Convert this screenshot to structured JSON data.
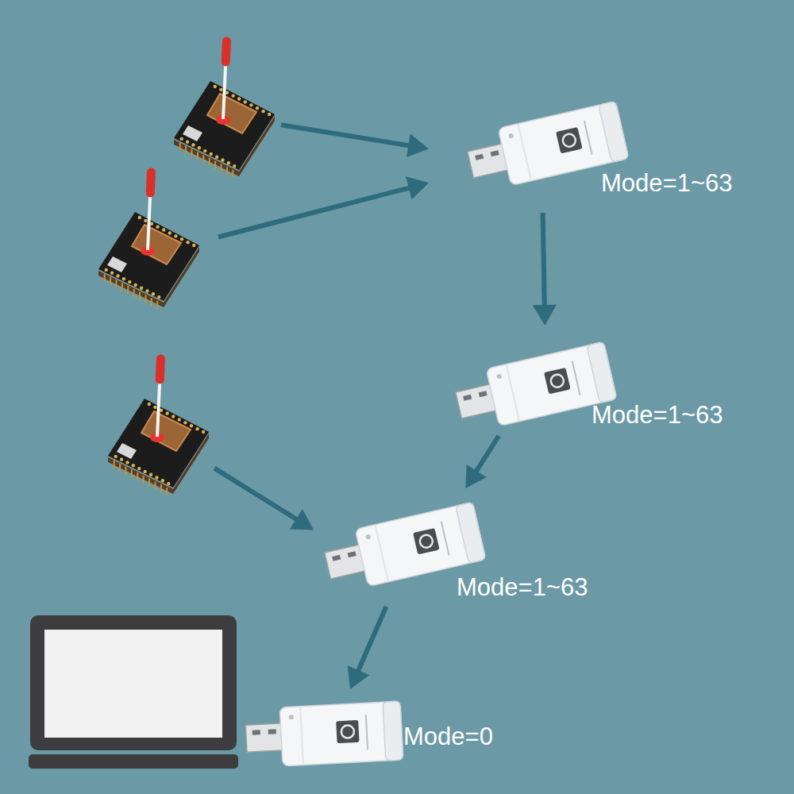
{
  "diagram": {
    "nodes": [
      {
        "text": []
      },
      {
        "text": [
          "Mode=1~63"
        ]
      },
      {
        "text": []
      },
      {
        "text": [
          "Mode=1~63"
        ]
      },
      {
        "text": []
      },
      {
        "text": [
          "Mode=1~63"
        ]
      },
      {
        "text": [
          "Mode=0"
        ]
      }
    ],
    "edges": [
      {
        "from": 0,
        "to": 1,
        "arrow": "to"
      },
      {
        "from": 2,
        "to": 1,
        "arrow": "to"
      },
      {
        "from": 1,
        "to": 3,
        "arrow": "to"
      },
      {
        "from": 3,
        "to": 5,
        "arrow": "to"
      },
      {
        "from": 4,
        "to": 5,
        "arrow": "to"
      },
      {
        "from": 5,
        "to": 6,
        "arrow": "to"
      }
    ]
  }
}
